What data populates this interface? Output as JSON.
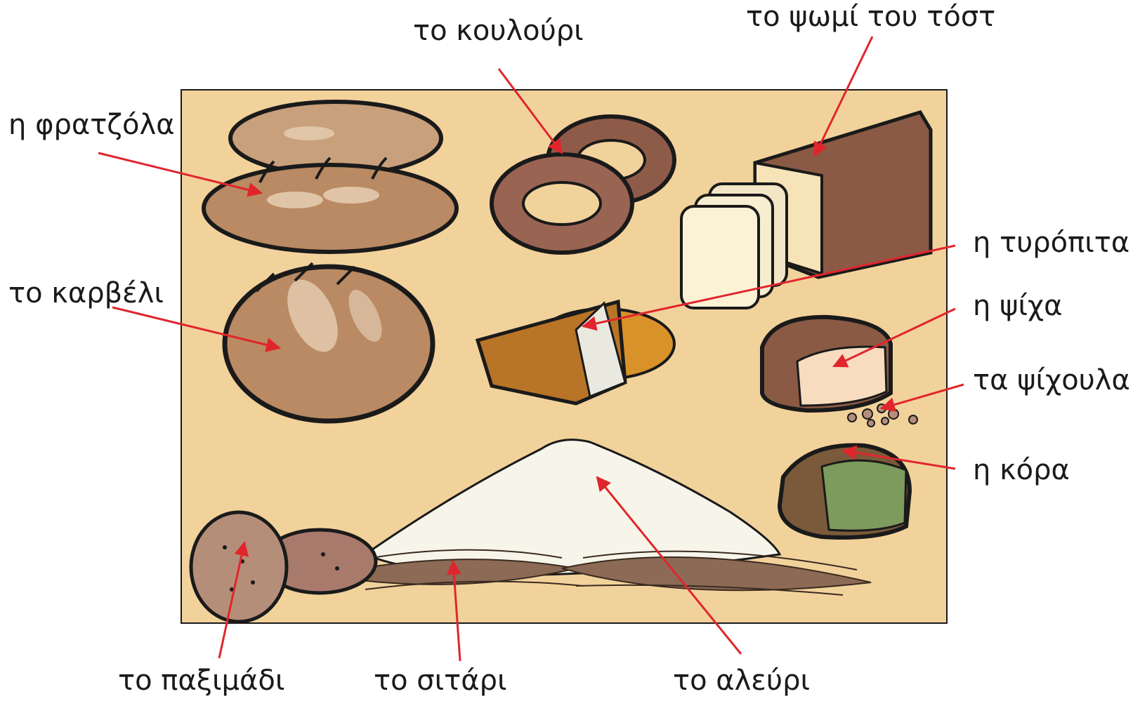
{
  "labels": {
    "frantzola": "η φρατζόλα",
    "koulouri": "το κουλούρι",
    "psomi_tost": "το ψωμί του τόστ",
    "karveli": "το καρβέλι",
    "tyropita": "η τυρόπιτα",
    "psicha": "η ψίχα",
    "psichoula": "τα ψίχουλα",
    "kora": "η κόρα",
    "paximadi": "το παξιμάδι",
    "sitari": "το σιτάρι",
    "aleuri": "το αλεύρι"
  },
  "colors": {
    "background_panel": "#f2d29b",
    "arrow": "#e0262c",
    "outline": "#1a1a1a",
    "bread_crust": "#b98a63",
    "bread_crust_light": "#c9a07c",
    "bagel": "#8f5b49",
    "toast_crust": "#8a5a45",
    "toast_slice": "#fbf2d6",
    "pie": "#b87427",
    "pie_bun": "#d9912a",
    "moldy": "#7d9b5c",
    "flour": "#f7f5ea",
    "wheat": "#8c6a55",
    "rusk": "#a87a6c"
  }
}
